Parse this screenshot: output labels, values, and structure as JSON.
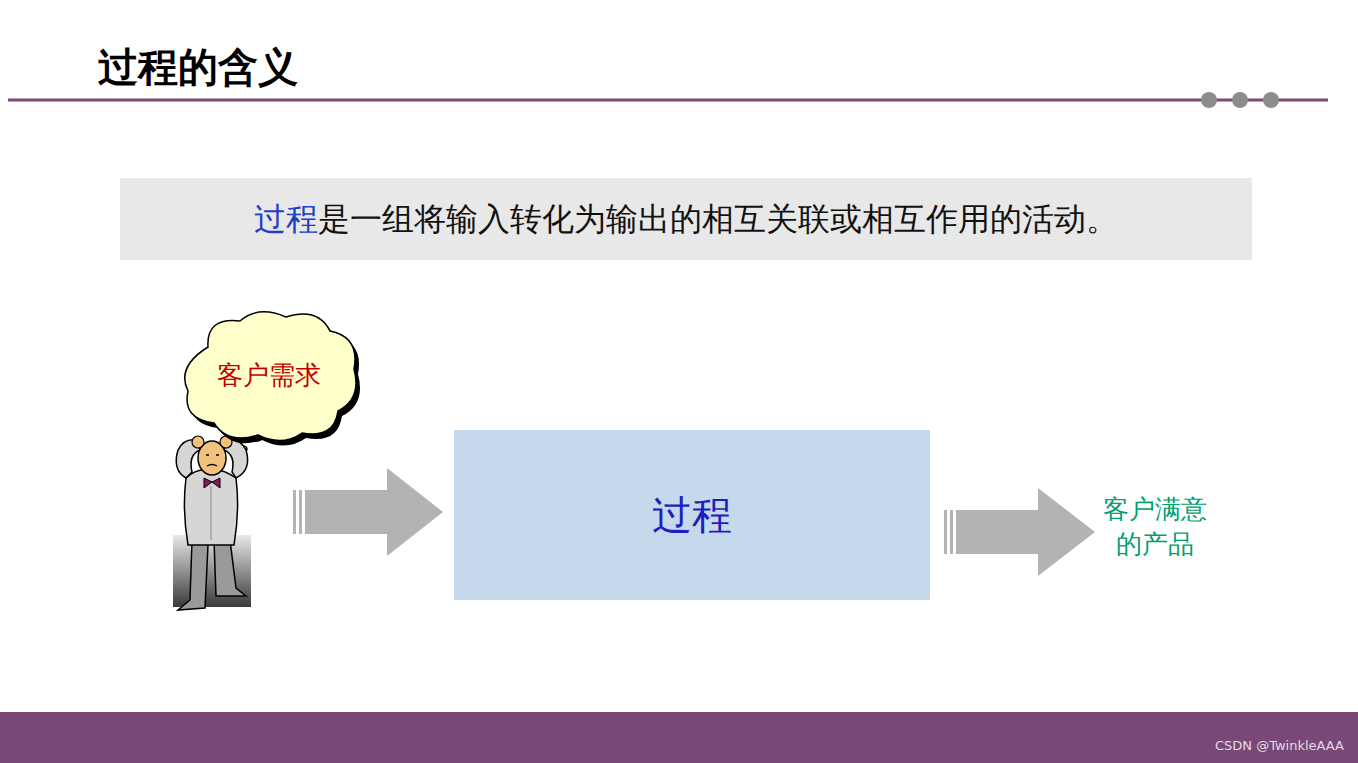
{
  "diagram": {
    "title": "过程的含义",
    "nodes": [
      {
        "text": [
          "过程",
          "是一组将输入转化为输出的相互关联或相互作用的活动。"
        ]
      },
      {
        "text": [
          "客户需求"
        ]
      },
      {
        "text": [
          "过程"
        ]
      }
    ],
    "edges": [
      {
        "from": 1,
        "to": 2,
        "arrow": "to"
      }
    ],
    "labels": [
      "客户满意的产品",
      "CSDN @TwinkleAAA"
    ]
  }
}
